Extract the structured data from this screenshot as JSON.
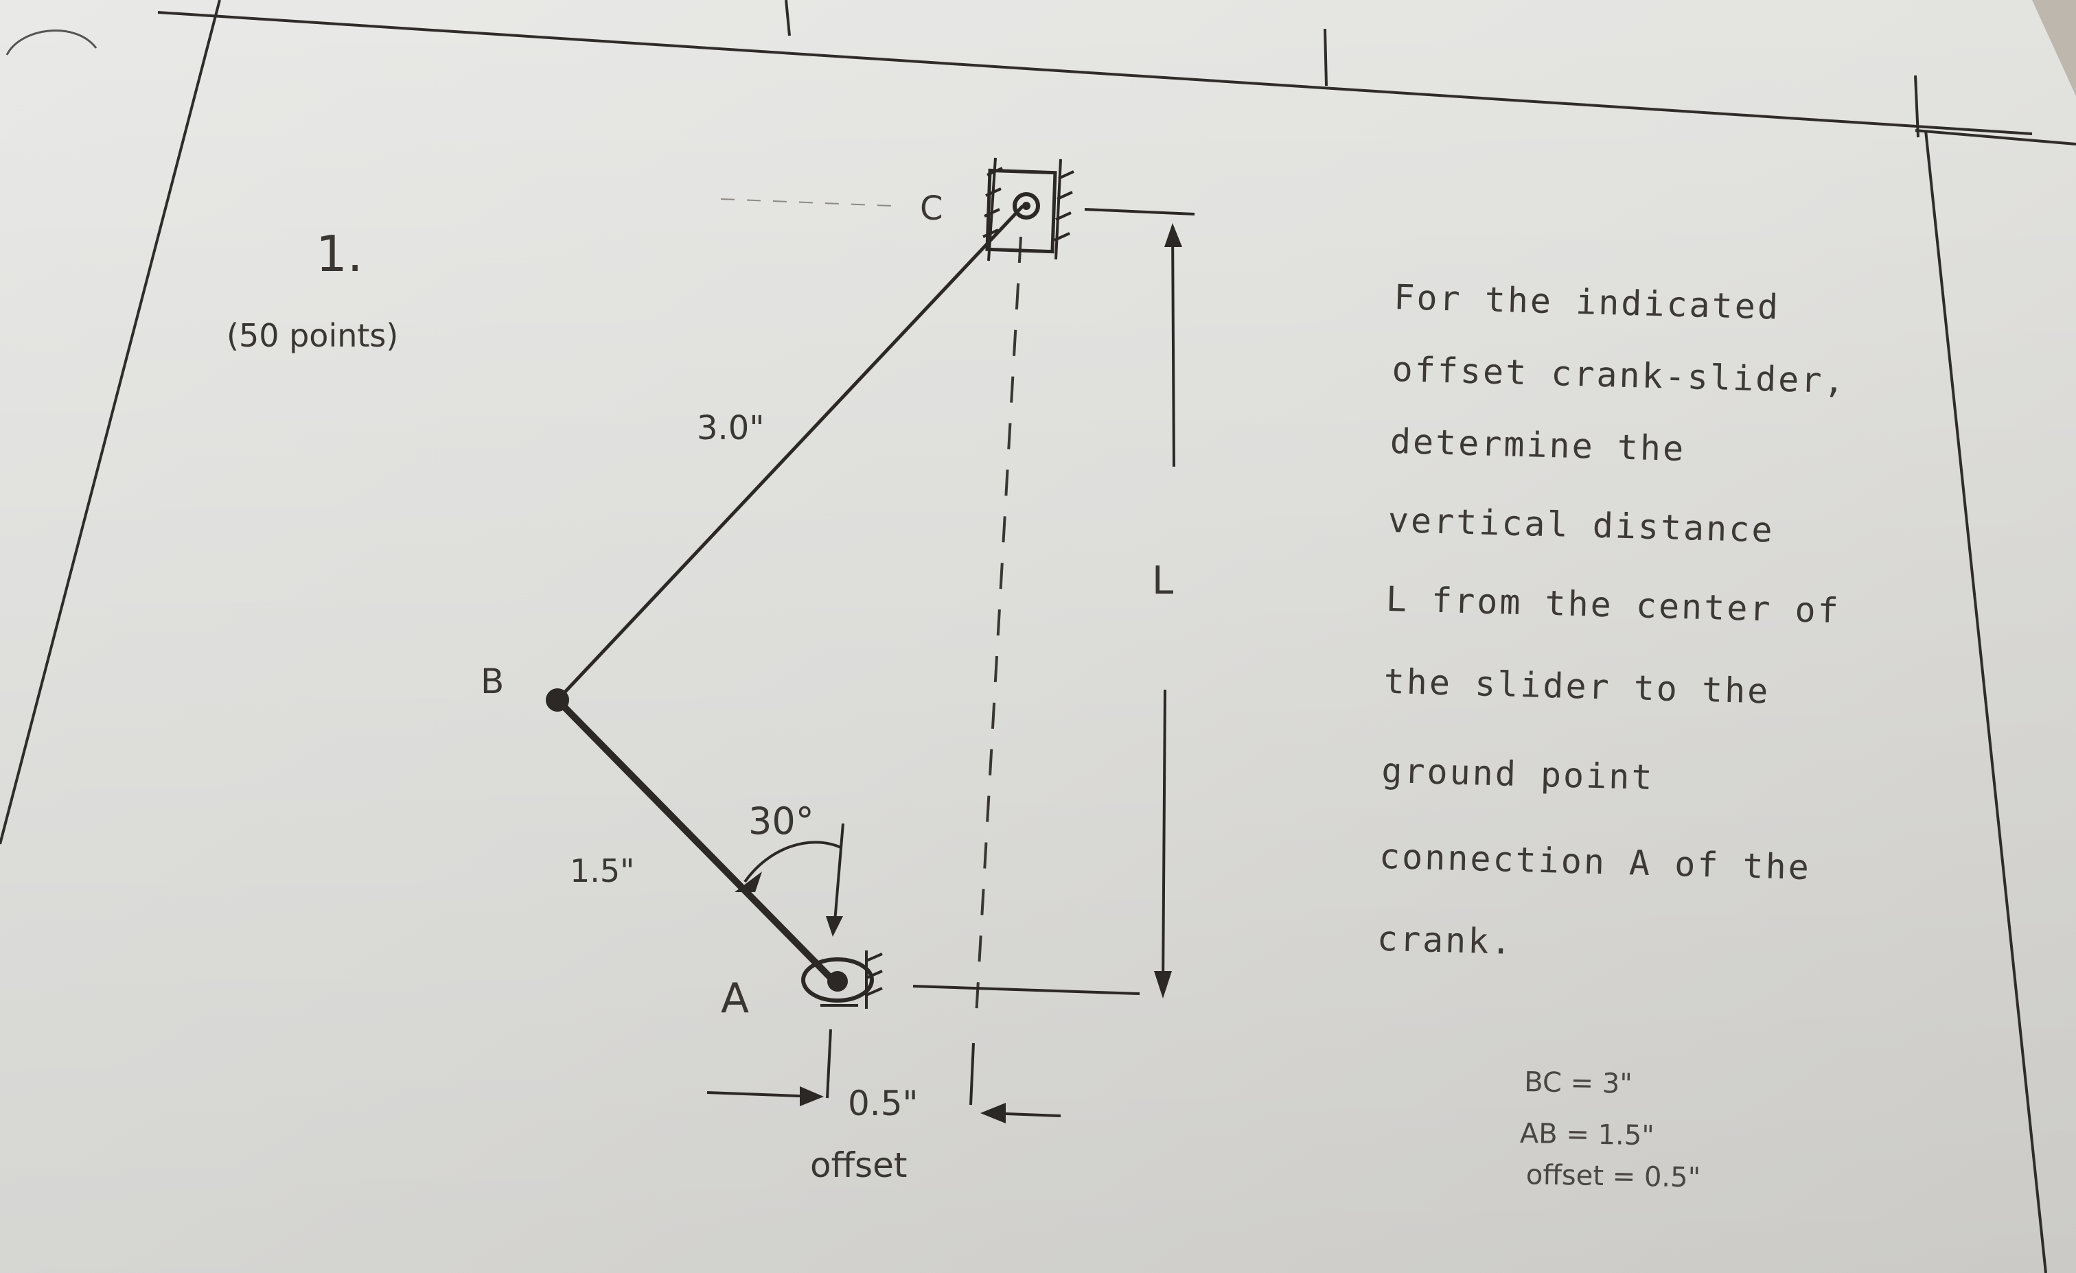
{
  "problem": {
    "number": "1.",
    "points": "(50 points)"
  },
  "diagram": {
    "labels": {
      "point_a": "A",
      "point_b": "B",
      "point_c": "C",
      "dim_l": "L",
      "angle": "30°",
      "link_bc": "3.0\"",
      "link_ab": "1.5\"",
      "offset_value": "0.5\"",
      "offset_word": "offset"
    }
  },
  "prompt": {
    "lines": [
      "For the indicated",
      "offset crank-slider,",
      "determine the",
      "vertical distance",
      "L from the center of",
      "the slider to the",
      "ground point",
      "connection A of the",
      "crank."
    ]
  },
  "given": {
    "bc": "BC = 3\"",
    "ab": "AB = 1.5\"",
    "offset": "offset = 0.5\""
  }
}
